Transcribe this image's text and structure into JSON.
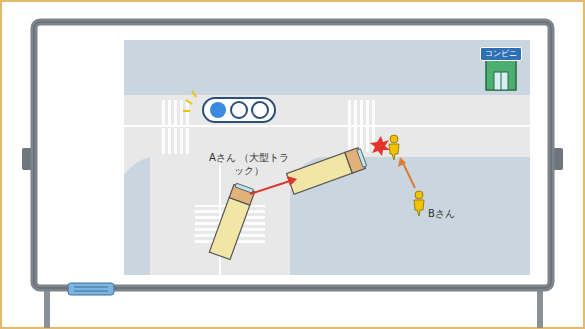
{
  "diagram": {
    "nodes": [
      {
        "text": [
          "コンビニ"
        ]
      }
    ],
    "labels": [
      "Aさん （大型トラック）",
      "Bさん"
    ]
  }
}
